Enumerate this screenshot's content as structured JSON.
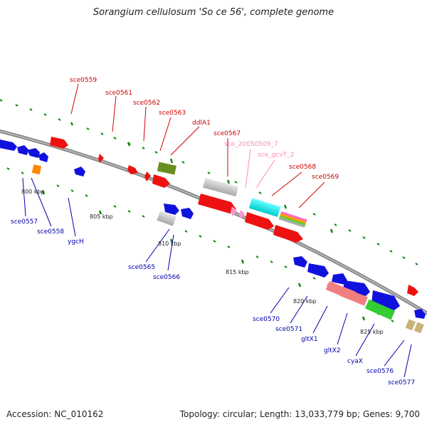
{
  "title": "Sorangium cellulosum 'So ce 56', complete genome",
  "footer": {
    "accession": "Accession: NC_010162",
    "topology": "Topology: circular; Length: 13,033,779 bp; Genes: 9,700"
  },
  "scale_ticks": [
    "800 kbp",
    "805 kbp",
    "810 kbp",
    "815 kbp",
    "820 kbp",
    "825 kbp"
  ],
  "genes_top": [
    "sce0559",
    "sce0561",
    "sce0562",
    "sce0563",
    "ddlA1",
    "sce0567",
    "sce_20050509_7",
    "sce_gcvT_2",
    "sce0568",
    "sce0569"
  ],
  "genes_bottom": [
    "sce0557",
    "sce0558",
    "ygcH",
    "sce0565",
    "sce0566",
    "sce0570",
    "sce0571",
    "gltX1",
    "gltX2",
    "cyaX",
    "sce0576",
    "sce0577"
  ],
  "colors": {
    "forward": "#ee1111",
    "reverse": "#1111dd",
    "rna": "#ff99cc",
    "backbone": "#888888",
    "tick": "#118811"
  }
}
